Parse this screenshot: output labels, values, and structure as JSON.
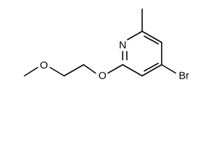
{
  "molecule": {
    "atoms": {
      "nitrogen": "N",
      "ether_oxygen": "O",
      "methoxy_oxygen": "O",
      "bromine": "Br"
    }
  }
}
